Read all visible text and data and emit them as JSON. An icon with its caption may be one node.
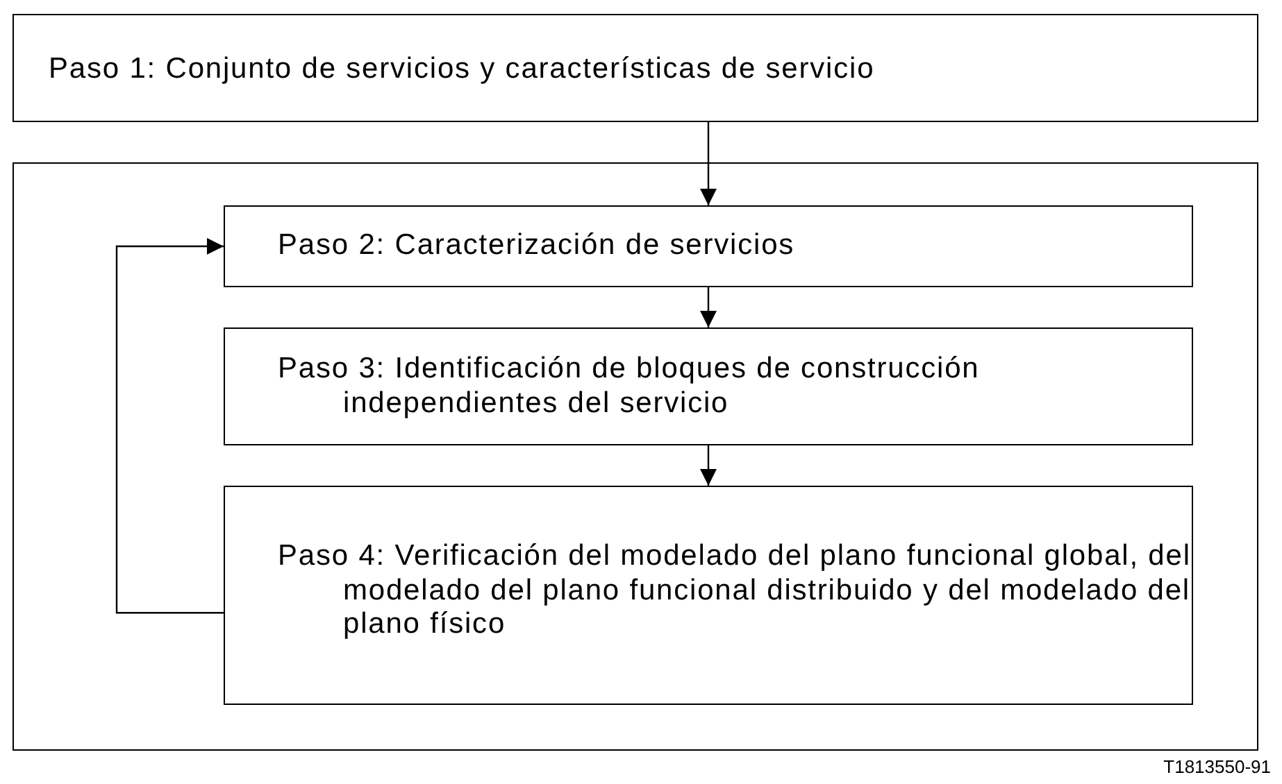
{
  "diagram": {
    "nodes": [
      {
        "text": [
          "Paso 1: Conjunto de servicios y características de servicio"
        ]
      },
      {
        "text": [],
        "shape": "box"
      },
      {
        "text": [
          "Paso 2: Caracterización de servicios"
        ],
        "in": 1
      },
      {
        "text": [
          "Paso 3: Identificación de bloques de construcción independientes del servicio"
        ],
        "in": 1
      },
      {
        "text": [
          "Paso 4: Verificación del modelado del plano funcional global, del modelado del plano funcional distribuido y del modelado del plano físico"
        ],
        "in": 1
      }
    ],
    "edges": [
      {
        "from": 0,
        "to": 2,
        "arrow": "to"
      },
      {
        "from": 2,
        "to": 3,
        "arrow": "to"
      },
      {
        "from": 3,
        "to": 4,
        "arrow": "to"
      },
      {
        "from": 4,
        "to": 2,
        "arrow": "to"
      }
    ],
    "labels": [
      "T1813550-91"
    ]
  }
}
